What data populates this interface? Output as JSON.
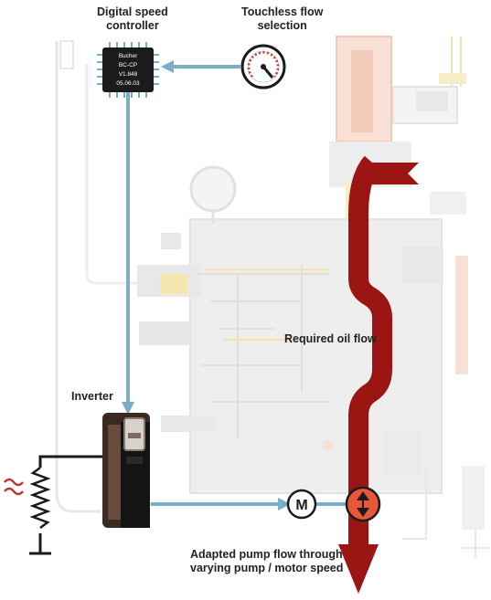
{
  "labels": {
    "controller_line1": "Digital speed",
    "controller_line2": "controller",
    "flow_line1": "Touchless flow",
    "flow_line2": "selection",
    "required_flow": "Required oil flow",
    "inverter": "Inverter",
    "pump_line1": "Adapted pump flow through",
    "pump_line2": "varying pump / motor speed"
  },
  "chip": {
    "line1": "Bucher",
    "line2": "BC-CP",
    "line3": "V1.848",
    "line4": "05.06.03"
  },
  "motor": {
    "symbol": "M"
  },
  "colors": {
    "signal_line": "#7aaec4",
    "flow_arrow": "#9b1512",
    "pump_fill": "#e8573a",
    "inverter_body": "#3a2a22",
    "faded_hydraulics": "#e3e3e3",
    "faded_accent": "#f3d6c8",
    "faded_yellow": "#f6e9b8"
  }
}
